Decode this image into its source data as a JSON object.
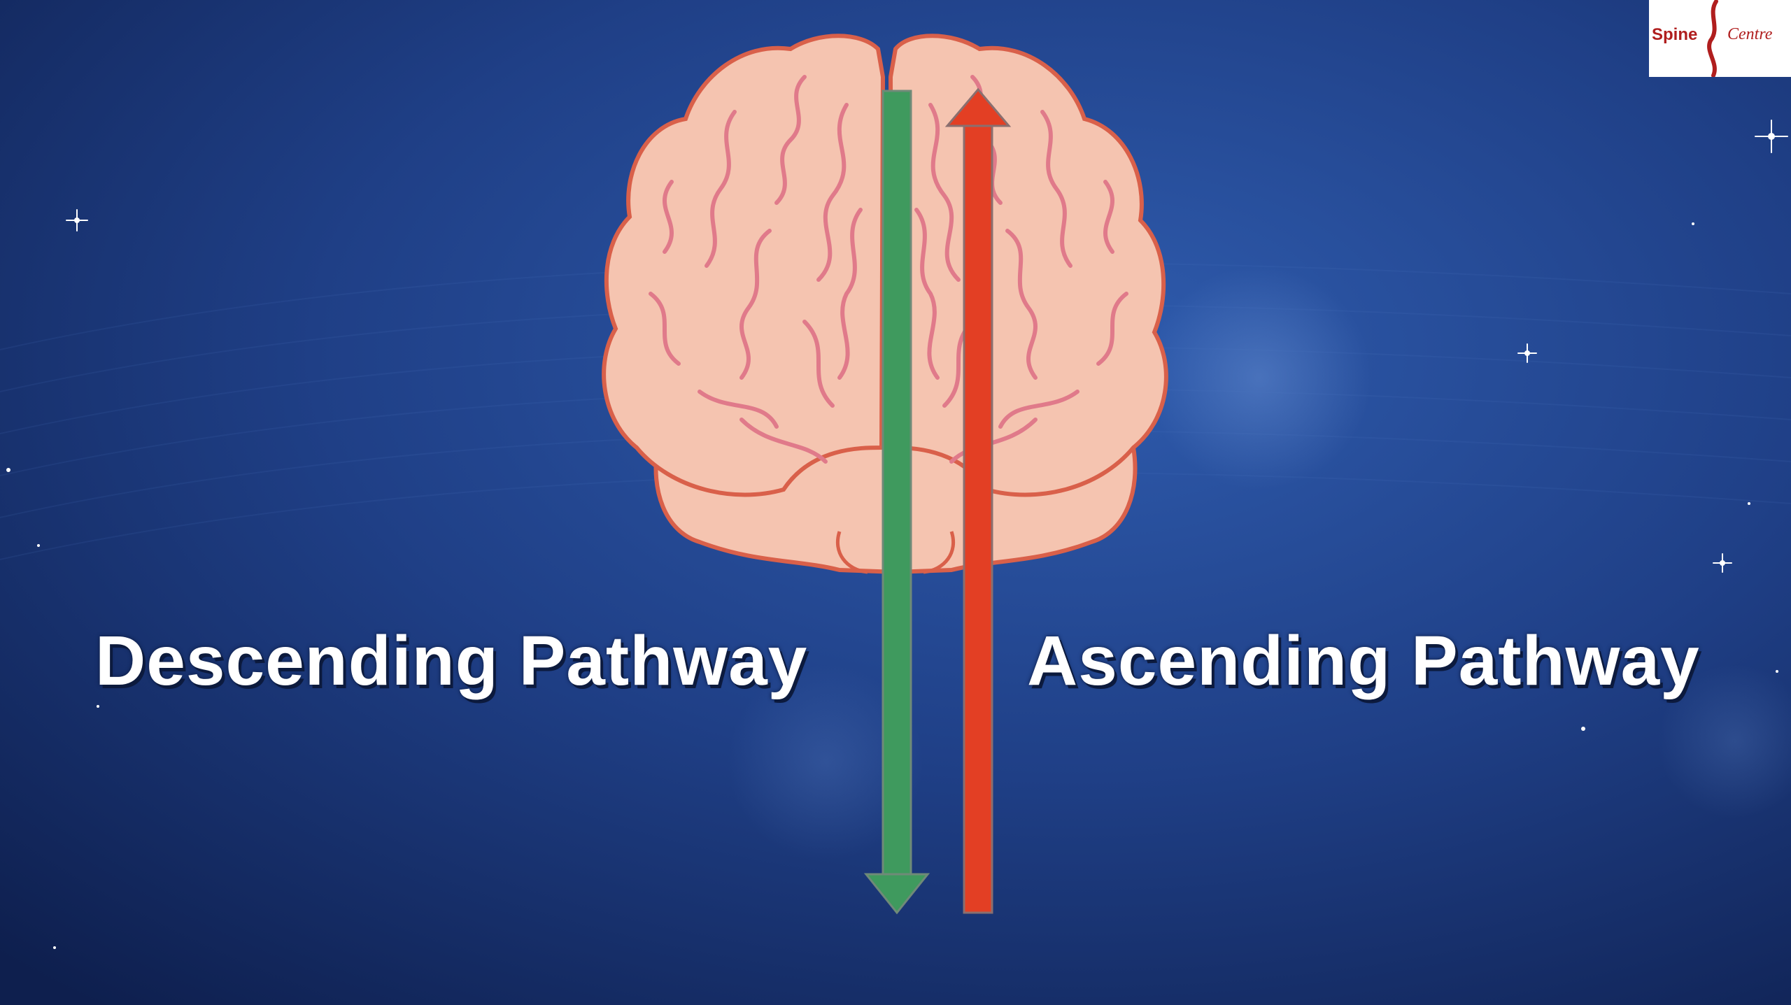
{
  "labels": {
    "descending": "Descending Pathway",
    "ascending": "Ascending Pathway"
  },
  "logo": {
    "word1": "Spine",
    "word2": "Centre"
  },
  "colors": {
    "background": "#1e3a78",
    "brain_fill": "#f5c4b0",
    "brain_outline": "#d9604a",
    "brain_folds": "#e07a8a",
    "descending_arrow": "#3f9a5e",
    "ascending_arrow": "#e33f24",
    "logo_red": "#b01e1e"
  },
  "arrows": [
    {
      "pathway": "descending",
      "direction": "down",
      "color": "#3f9a5e"
    },
    {
      "pathway": "ascending",
      "direction": "up",
      "color": "#e33f24"
    }
  ]
}
